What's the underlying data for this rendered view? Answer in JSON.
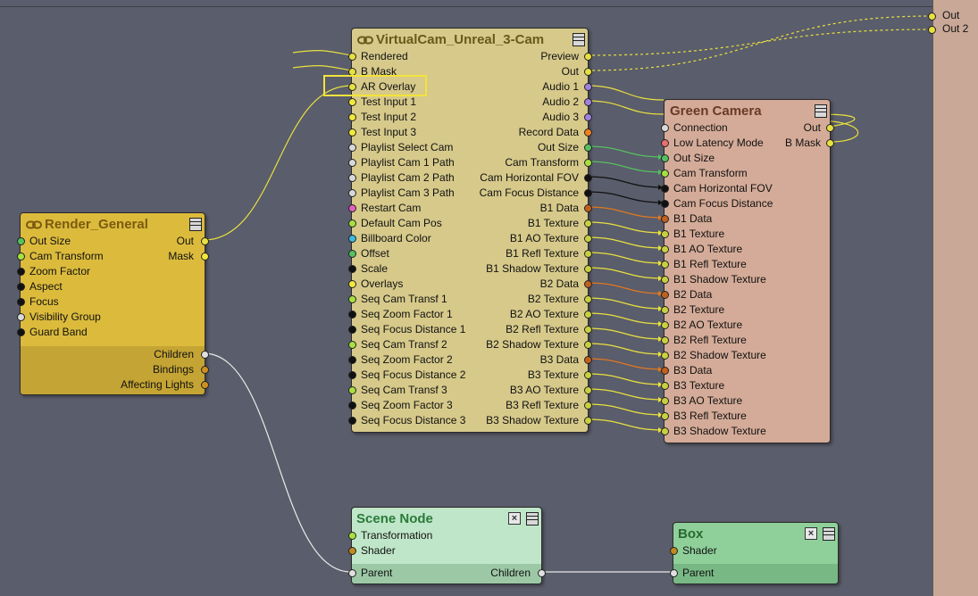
{
  "colors": {
    "background": "#5a5d6b",
    "wire_yellow": "#e8e040",
    "wire_green": "#55c060",
    "wire_black": "#111111",
    "wire_orange": "#e07820",
    "wire_white": "#e8e8e8",
    "selection": "#f3e33a"
  },
  "external_outputs": [
    {
      "label": "Out",
      "color": "#e8e040"
    },
    {
      "label": "Out 2",
      "color": "#e8e040"
    }
  ],
  "nodes": {
    "render_general": {
      "title": "Render_General",
      "title_color": "#7a5a10",
      "bg": "#dcbb3c",
      "footer_bg": "#c4a434",
      "inputs": [
        {
          "label": "Out Size",
          "color": "#55c060"
        },
        {
          "label": "Cam Transform",
          "color": "#a8e040"
        },
        {
          "label": "Zoom Factor",
          "color": "#111111"
        },
        {
          "label": "Aspect",
          "color": "#111111"
        },
        {
          "label": "Focus",
          "color": "#111111"
        },
        {
          "label": "Visibility Group",
          "color": "#d8d8d8"
        },
        {
          "label": "Guard Band",
          "color": "#111111"
        }
      ],
      "outputs": [
        {
          "label": "Out",
          "color": "#e8e040"
        },
        {
          "label": "Mask",
          "color": "#f3e83c"
        }
      ],
      "footer_outputs": [
        {
          "label": "Children",
          "color": "#e0e0e0"
        },
        {
          "label": "Bindings",
          "color": "#d09020"
        },
        {
          "label": "Affecting Lights",
          "color": "#d09020"
        }
      ]
    },
    "virtualcam": {
      "title": "VirtualCam_Unreal_3-Cam",
      "title_color": "#6a5a18",
      "bg": "#d6c98a",
      "inputs": [
        {
          "label": "Rendered",
          "color": "#e8e040"
        },
        {
          "label": "B Mask",
          "color": "#e8e040"
        },
        {
          "label": "AR Overlay",
          "color": "#e8e040"
        },
        {
          "label": "Test Input 1",
          "color": "#f3e83c"
        },
        {
          "label": "Test Input 2",
          "color": "#f3e83c"
        },
        {
          "label": "Test Input 3",
          "color": "#f3e83c"
        },
        {
          "label": "Playlist Select Cam",
          "color": "#d8d8d8"
        },
        {
          "label": "Playlist Cam 1 Path",
          "color": "#d8d8d8"
        },
        {
          "label": "Playlist Cam 2 Path",
          "color": "#d8d8d8"
        },
        {
          "label": "Playlist Cam 3 Path",
          "color": "#d8d8d8"
        },
        {
          "label": "Restart Cam",
          "color": "#e060c0"
        },
        {
          "label": "Default Cam Pos",
          "color": "#a8e040"
        },
        {
          "label": "Billboard Color",
          "color": "#40b8e0"
        },
        {
          "label": "Offset",
          "color": "#55c060"
        },
        {
          "label": "Scale",
          "color": "#111111"
        },
        {
          "label": "Overlays",
          "color": "#f3e83c"
        },
        {
          "label": "Seq Cam Transf 1",
          "color": "#a8e040"
        },
        {
          "label": "Seq Zoom Factor 1",
          "color": "#111111"
        },
        {
          "label": "Seq Focus Distance 1",
          "color": "#111111"
        },
        {
          "label": "Seq Cam Transf 2",
          "color": "#a8e040"
        },
        {
          "label": "Seq Zoom Factor 2",
          "color": "#111111"
        },
        {
          "label": "Seq Focus Distance 2",
          "color": "#111111"
        },
        {
          "label": "Seq Cam Transf 3",
          "color": "#a8e040"
        },
        {
          "label": "Seq Zoom Factor 3",
          "color": "#111111"
        },
        {
          "label": "Seq Focus Distance 3",
          "color": "#111111"
        }
      ],
      "outputs": [
        {
          "label": "Preview",
          "color": "#e8e040"
        },
        {
          "label": "Out",
          "color": "#e8e040"
        },
        {
          "label": "Audio 1",
          "color": "#a080e0"
        },
        {
          "label": "Audio 2",
          "color": "#a080e0"
        },
        {
          "label": "Audio 3",
          "color": "#a080e0"
        },
        {
          "label": "Record Data",
          "color": "#f08020"
        },
        {
          "label": "Out Size",
          "color": "#55c060"
        },
        {
          "label": "Cam Transform",
          "color": "#a8e040"
        },
        {
          "label": "Cam Horizontal FOV",
          "color": "#111111"
        },
        {
          "label": "Cam Focus Distance",
          "color": "#111111"
        },
        {
          "label": "B1 Data",
          "color": "#c06020"
        },
        {
          "label": "B1 Texture",
          "color": "#c8d040"
        },
        {
          "label": "B1 AO Texture",
          "color": "#c8d040"
        },
        {
          "label": "B1 Refl Texture",
          "color": "#c8d040"
        },
        {
          "label": "B1 Shadow Texture",
          "color": "#c8d040"
        },
        {
          "label": "B2 Data",
          "color": "#c06020"
        },
        {
          "label": "B2 Texture",
          "color": "#c8d040"
        },
        {
          "label": "B2 AO Texture",
          "color": "#c8d040"
        },
        {
          "label": "B2 Refl Texture",
          "color": "#c8d040"
        },
        {
          "label": "B2 Shadow Texture",
          "color": "#c8d040"
        },
        {
          "label": "B3 Data",
          "color": "#c06020"
        },
        {
          "label": "B3 Texture",
          "color": "#c8d040"
        },
        {
          "label": "B3 AO Texture",
          "color": "#c8d040"
        },
        {
          "label": "B3 Refl Texture",
          "color": "#c8d040"
        },
        {
          "label": "B3 Shadow Texture",
          "color": "#c8d040"
        }
      ]
    },
    "green_camera": {
      "title": "Green Camera",
      "title_color": "#6a3a28",
      "bg": "#d4ab98",
      "inputs": [
        {
          "label": "Connection",
          "color": "#d8d8d8"
        },
        {
          "label": "Low Latency Mode",
          "color": "#e87070"
        },
        {
          "label": "Out Size",
          "color": "#55c060"
        },
        {
          "label": "Cam Transform",
          "color": "#a8e040"
        },
        {
          "label": "Cam Horizontal FOV",
          "color": "#111111"
        },
        {
          "label": "Cam Focus Distance",
          "color": "#111111"
        },
        {
          "label": "B1 Data",
          "color": "#c06020"
        },
        {
          "label": "B1 Texture",
          "color": "#c8d040"
        },
        {
          "label": "B1 AO Texture",
          "color": "#c8d040"
        },
        {
          "label": "B1 Refl Texture",
          "color": "#c8d040"
        },
        {
          "label": "B1 Shadow Texture",
          "color": "#c8d040"
        },
        {
          "label": "B2 Data",
          "color": "#c06020"
        },
        {
          "label": "B2 Texture",
          "color": "#c8d040"
        },
        {
          "label": "B2 AO Texture",
          "color": "#c8d040"
        },
        {
          "label": "B2 Refl Texture",
          "color": "#c8d040"
        },
        {
          "label": "B2 Shadow Texture",
          "color": "#c8d040"
        },
        {
          "label": "B3 Data",
          "color": "#c06020"
        },
        {
          "label": "B3 Texture",
          "color": "#c8d040"
        },
        {
          "label": "B3 AO Texture",
          "color": "#c8d040"
        },
        {
          "label": "B3 Refl Texture",
          "color": "#c8d040"
        },
        {
          "label": "B3 Shadow Texture",
          "color": "#c8d040"
        }
      ],
      "outputs": [
        {
          "label": "Out",
          "color": "#e8e040"
        },
        {
          "label": "B Mask",
          "color": "#e8e040"
        }
      ]
    },
    "scene_node": {
      "title": "Scene Node",
      "title_color": "#2a7a3a",
      "bg": "#bfe6c8",
      "footer_bg": "#9cc8a6",
      "inputs": [
        {
          "label": "Transformation",
          "color": "#a8e040"
        },
        {
          "label": "Shader",
          "color": "#c08a20"
        }
      ],
      "footer_input": {
        "label": "Parent",
        "color": "#e0e0e0"
      },
      "footer_output": {
        "label": "Children",
        "color": "#e0e0e0"
      }
    },
    "box": {
      "title": "Box",
      "title_color": "#2a6a30",
      "bg": "#8fd09a",
      "footer_bg": "#78b884",
      "inputs": [
        {
          "label": "Shader",
          "color": "#c08a20"
        }
      ],
      "footer_input": {
        "label": "Parent",
        "color": "#e0e0e0"
      }
    }
  }
}
